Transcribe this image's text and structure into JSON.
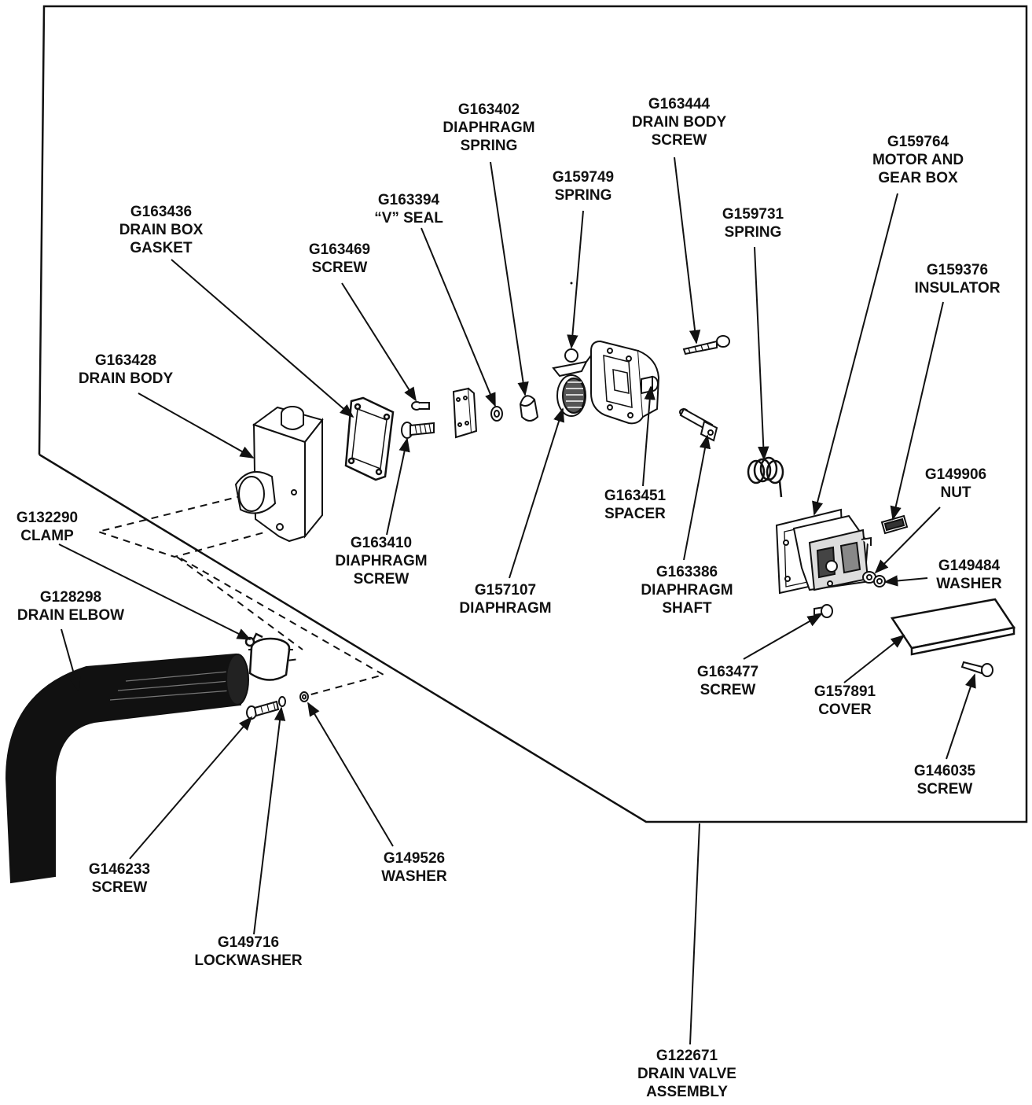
{
  "parts": [
    {
      "id": "drain-box-gasket",
      "number": "G163436",
      "lines": [
        "DRAIN BOX",
        "GASKET"
      ]
    },
    {
      "id": "drain-body",
      "number": "G163428",
      "lines": [
        "DRAIN BODY"
      ]
    },
    {
      "id": "screw-163469",
      "number": "G163469",
      "lines": [
        "SCREW"
      ]
    },
    {
      "id": "v-seal",
      "number": "G163394",
      "lines": [
        "“V” SEAL"
      ]
    },
    {
      "id": "diaphragm-spring",
      "number": "G163402",
      "lines": [
        "DIAPHRAGM",
        "SPRING"
      ]
    },
    {
      "id": "spring-159749",
      "number": "G159749",
      "lines": [
        "SPRING"
      ]
    },
    {
      "id": "drain-body-screw",
      "number": "G163444",
      "lines": [
        "DRAIN BODY",
        "SCREW"
      ]
    },
    {
      "id": "spring-159731",
      "number": "G159731",
      "lines": [
        "SPRING"
      ]
    },
    {
      "id": "motor-gear-box",
      "number": "G159764",
      "lines": [
        "MOTOR AND",
        "GEAR BOX"
      ]
    },
    {
      "id": "insulator",
      "number": "G159376",
      "lines": [
        "INSULATOR"
      ]
    },
    {
      "id": "nut",
      "number": "G149906",
      "lines": [
        "NUT"
      ]
    },
    {
      "id": "washer-149484",
      "number": "G149484",
      "lines": [
        "WASHER"
      ]
    },
    {
      "id": "diaphragm-screw",
      "number": "G163410",
      "lines": [
        "DIAPHRAGM",
        "SCREW"
      ]
    },
    {
      "id": "diaphragm",
      "number": "G157107",
      "lines": [
        "DIAPHRAGM"
      ]
    },
    {
      "id": "spacer",
      "number": "G163451",
      "lines": [
        "SPACER"
      ]
    },
    {
      "id": "diaphragm-shaft",
      "number": "G163386",
      "lines": [
        "DIAPHRAGM",
        "SHAFT"
      ]
    },
    {
      "id": "clamp",
      "number": "G132290",
      "lines": [
        "CLAMP"
      ]
    },
    {
      "id": "drain-elbow",
      "number": "G128298",
      "lines": [
        "DRAIN ELBOW"
      ]
    },
    {
      "id": "screw-163477",
      "number": "G163477",
      "lines": [
        "SCREW"
      ]
    },
    {
      "id": "cover",
      "number": "G157891",
      "lines": [
        "COVER"
      ]
    },
    {
      "id": "screw-146035",
      "number": "G146035",
      "lines": [
        "SCREW"
      ]
    },
    {
      "id": "screw-146233",
      "number": "G146233",
      "lines": [
        "SCREW"
      ]
    },
    {
      "id": "washer-149526",
      "number": "G149526",
      "lines": [
        "WASHER"
      ]
    },
    {
      "id": "lockwasher",
      "number": "G149716",
      "lines": [
        "LOCKWASHER"
      ]
    },
    {
      "id": "drain-valve-assembly",
      "number": "G122671",
      "lines": [
        "DRAIN VALVE",
        "ASSEMBLY"
      ]
    }
  ]
}
